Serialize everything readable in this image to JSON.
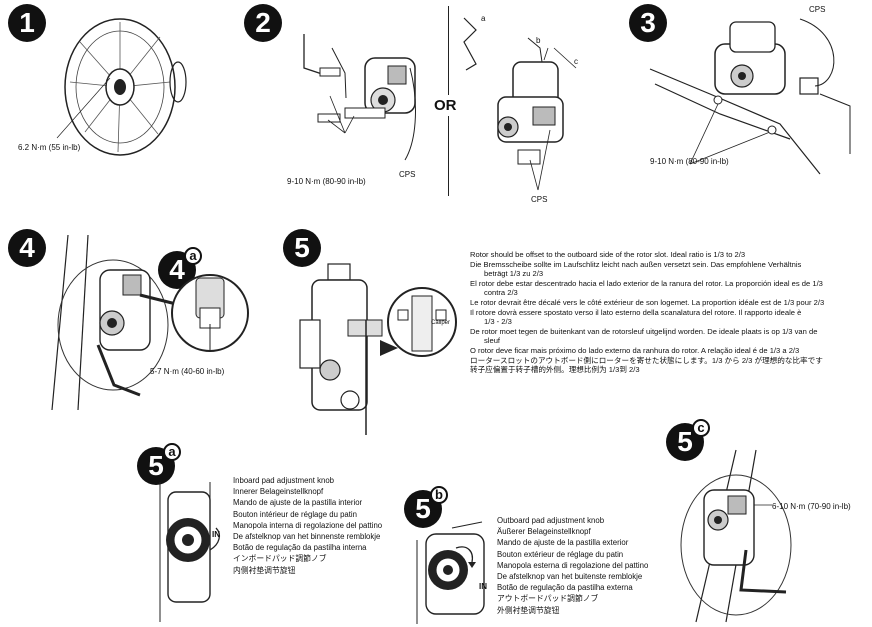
{
  "steps": {
    "s1": "1",
    "s2": "2",
    "s3": "3",
    "s4": "4",
    "s4a": "4",
    "s4a_sup": "a",
    "s5": "5",
    "s5a": "5",
    "s5a_sup": "a",
    "s5b": "5",
    "s5b_sup": "b",
    "s5c": "5",
    "s5c_sup": "c"
  },
  "labels": {
    "torque1": "6.2 N·m (55 in-lb)",
    "torque2": "9-10 N·m (80-90 in-lb)",
    "cps2": "CPS",
    "or": "OR",
    "a": "a",
    "b": "b",
    "c": "c",
    "cps_mid": "CPS",
    "cps3": "CPS",
    "torque3": "9-10 N·m (80-90 in-lb)",
    "torque4": "5-7 N·m (40-60 in-lb)",
    "torque5c": "6-10 N·m (70-90 in-lb)",
    "in_a": "IN",
    "in_b": "IN",
    "caliper": "Caliper"
  },
  "rotor_offset_text": [
    "Rotor should be offset to the outboard side of the rotor slot.  Ideal ratio is 1/3 to 2/3",
    "Die Bremsscheibe sollte im Laufschlitz leicht nach außen versetzt sein.  Das empfohlene Verhältnis",
    "beträgt 1/3 zu 2/3",
    "El rotor debe estar descentrado hacia el lado exterior de la ranura del rotor.  La proporción ideal es de 1/3",
    "contra 2/3",
    "Le rotor devrait être décalé vers le côté extérieur de son logemet. La proportion idéale est de 1/3 pour 2/3",
    "Il rotore dovrà essere spostato verso il lato esterno della scanalatura del rotore.  Il rapporto ideale è",
    "1/3 - 2/3",
    "De rotor moet tegen de buitenkant van de rotorsleuf uitgelijnd worden.  De ideale plaats is op 1/3 van de",
    "sleuf",
    "O rotor deve ficar mais próximo do lado externo da ranhura do rotor.  A relação ideal é de 1/3 a 2/3",
    "ロータースロットのアウトボード側にローターを寄せた状態にします。1/3 から 2/3 が理想的な比率です",
    "转子应偏置于转子槽的外侧。理想比例为 1/3到 2/3"
  ],
  "inboard_text": [
    "Inboard pad adjustment knob",
    "Innerer Belageinstellknopf",
    "Mando de ajuste de la pastilla interior",
    "Bouton intérieur de réglage du patin",
    "Manopola interna di regolazione del pattino",
    "De afstelknop van het binnenste remblokje",
    "Botão de regulação da pastilha interna",
    "インボードパッド調節ノブ",
    "内侧衬垫调节旋钮"
  ],
  "outboard_text": [
    "Outboard pad adjustment knob",
    "Äußerer Belageinstellknopf",
    "Mando de ajuste de la pastilla exterior",
    "Bouton extérieur de réglage du patin",
    "Manopola esterna di regolazione del pattino",
    "De afstelknop van het buitenste remblokje",
    "Botão de regulação da pastilha externa",
    "アウトボードパッド調節ノブ",
    "外侧衬垫调节旋钮"
  ]
}
